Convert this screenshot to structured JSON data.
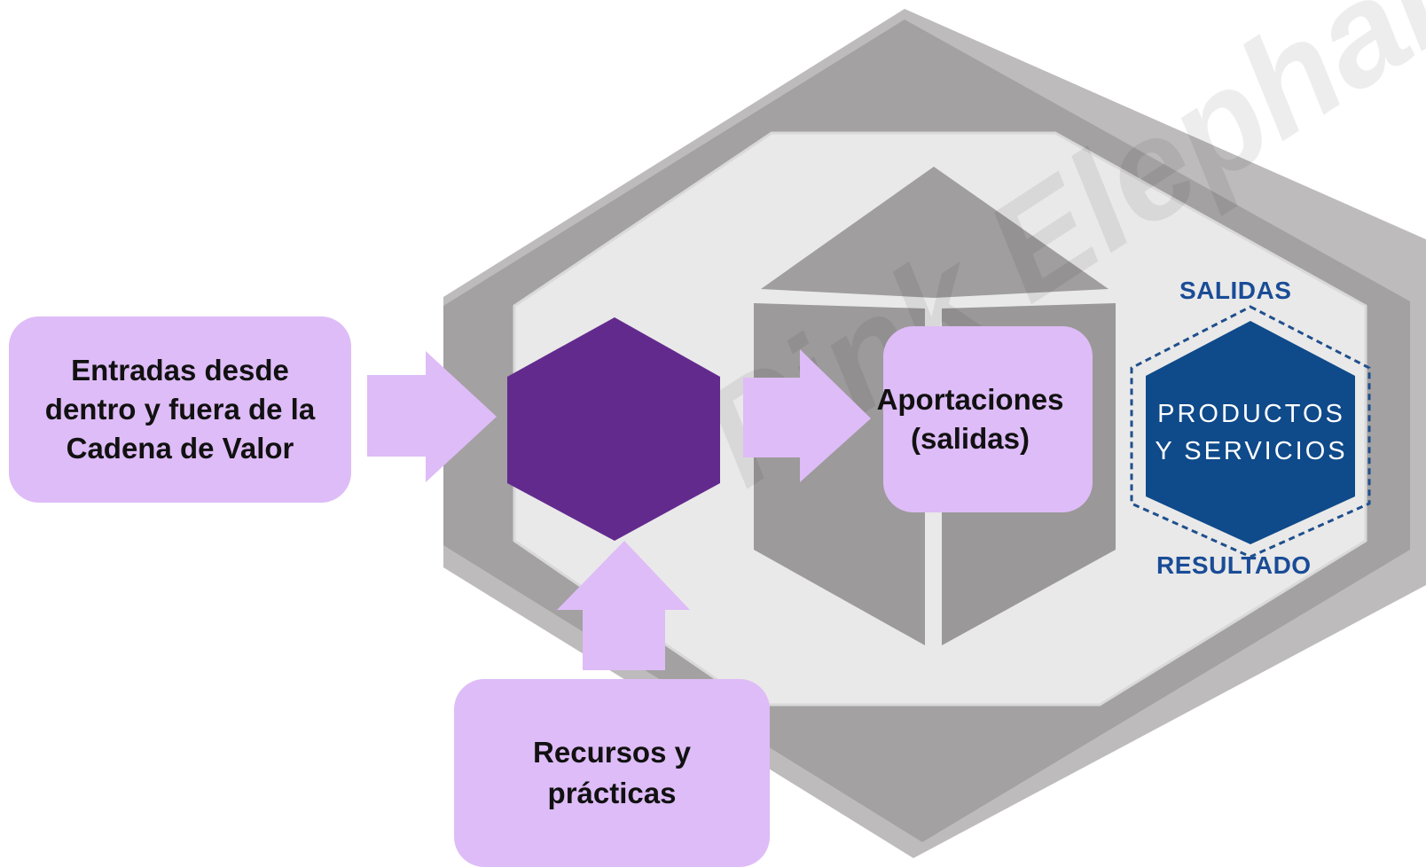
{
  "boxes": {
    "entradas": "Entradas desde\ndentro y fuera de la\nCadena de Valor",
    "recursos": "Recursos y\nprácticas",
    "aportaciones": "Aportaciones\n(salidas)"
  },
  "outcome": {
    "top_label": "SALIDAS",
    "bottom_label": "RESULTADO",
    "center_text": "PRODUCTOS\nY SERVICIOS"
  },
  "watermark": "Pink Elephant",
  "colors": {
    "box_fill": "#debcf7",
    "center_hexagon": "#632a8e",
    "outcome_hexagon": "#0f4a8a",
    "outcome_label": "#1a4c96",
    "frame_outer": "#a3a1a2",
    "frame_inner": "#e9e9e9",
    "cube": "#9c9a9b"
  }
}
